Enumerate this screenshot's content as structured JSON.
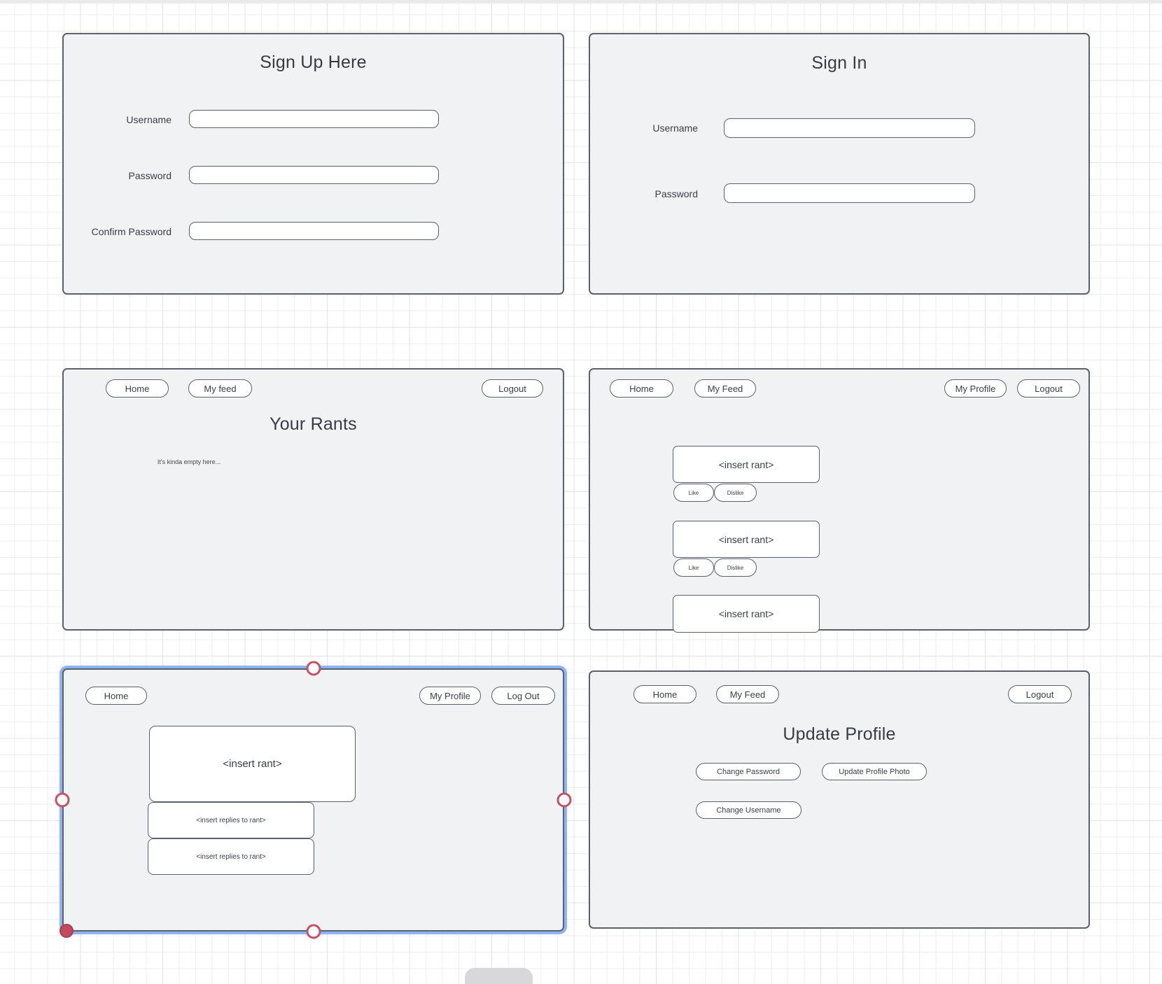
{
  "canvas": {
    "panel_fill": "#f1f2f4",
    "panel_border": "#5b616c",
    "selection_color": "#8db4f8",
    "handle_stroke": "#c75263",
    "handle_fill": "#c24a5e"
  },
  "sign_up": {
    "title": "Sign Up Here",
    "fields": [
      {
        "label": "Username",
        "value": ""
      },
      {
        "label": "Password",
        "value": ""
      },
      {
        "label": "Confirm Password",
        "value": ""
      }
    ]
  },
  "sign_in": {
    "title": "Sign In",
    "fields": [
      {
        "label": "Username",
        "value": ""
      },
      {
        "label": "Password",
        "value": ""
      }
    ]
  },
  "your_rants": {
    "nav_left": [
      {
        "label": "Home"
      },
      {
        "label": "My feed"
      }
    ],
    "nav_right": [
      {
        "label": "Logout"
      }
    ],
    "title": "Your Rants",
    "empty_text": "It's kinda empty here..."
  },
  "feed": {
    "nav_left": [
      {
        "label": "Home"
      },
      {
        "label": "My Feed"
      }
    ],
    "nav_right": [
      {
        "label": "My Profile"
      },
      {
        "label": "Logout"
      }
    ],
    "rants": [
      {
        "text": "<insert rant>",
        "like": "Like",
        "dislike": "Dislike"
      },
      {
        "text": "<insert rant>",
        "like": "Like",
        "dislike": "Dislike"
      },
      {
        "text": "<insert rant>"
      }
    ]
  },
  "rant_detail": {
    "nav_left": [
      {
        "label": "Home"
      }
    ],
    "nav_right": [
      {
        "label": "My Profile"
      },
      {
        "label": "Log Out"
      }
    ],
    "rant": "<insert rant>",
    "replies": [
      {
        "text": "<insert replies to rant>"
      },
      {
        "text": "<insert replies to rant>"
      }
    ]
  },
  "update_profile": {
    "nav_left": [
      {
        "label": "Home"
      },
      {
        "label": "My Feed"
      }
    ],
    "nav_right": [
      {
        "label": "Logout"
      }
    ],
    "title": "Update Profile",
    "actions": [
      {
        "label": "Change Password"
      },
      {
        "label": "Update Profile Photo"
      },
      {
        "label": "Change Username"
      }
    ]
  }
}
